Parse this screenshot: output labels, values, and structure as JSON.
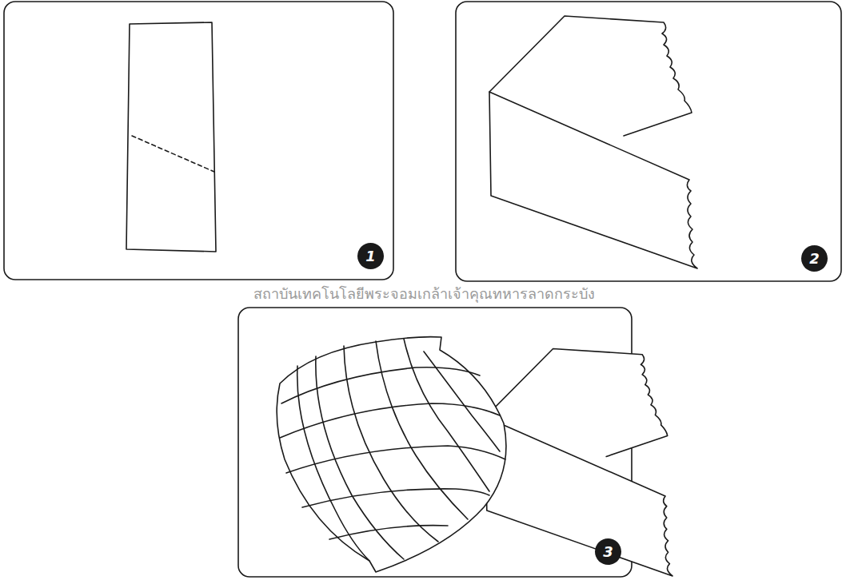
{
  "diagram": {
    "labels": [
      "1",
      "2",
      "3",
      "สถาบันเทคโนโลยีพระจอมเกล้าเจ้าคุณทหารลาดกระบัง"
    ]
  }
}
